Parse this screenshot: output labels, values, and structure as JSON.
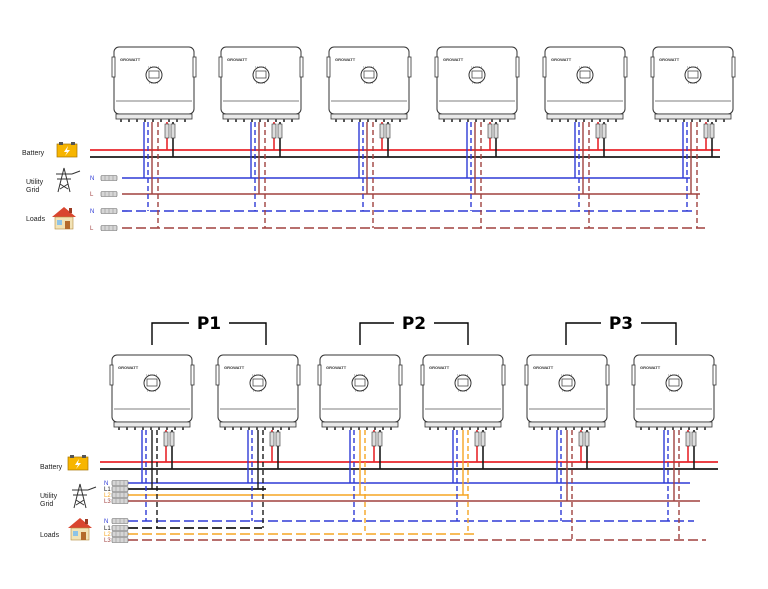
{
  "colors": {
    "battery_pos": "#e8262b",
    "battery_neg": "#1a1a1a",
    "neutral": "#2e3ad6",
    "line": "#a0413f",
    "phase_orange": "#f5a623",
    "phase_dark": "#1a1a1a"
  },
  "inverter": {
    "brand": "GROWATT"
  },
  "top_diagram": {
    "labels": {
      "battery": "Battery",
      "utility_grid": [
        "Utility",
        "Grid"
      ],
      "loads": "Loads",
      "grid_n": "N",
      "grid_l": "L",
      "load_n": "N",
      "load_l": "L"
    },
    "inverter_count": 6
  },
  "bottom_diagram": {
    "labels": {
      "battery": "Battery",
      "utility_grid": [
        "Utility",
        "Grid"
      ],
      "loads": "Loads",
      "grid_tags": [
        "N",
        "L1",
        "L2",
        "L3"
      ],
      "load_tags": [
        "N",
        "L1",
        "L2",
        "L3"
      ]
    },
    "groups": [
      "P1",
      "P2",
      "P3"
    ],
    "inverter_count": 6
  },
  "icons": [
    "battery-icon",
    "utility-tower-icon",
    "house-icon"
  ]
}
